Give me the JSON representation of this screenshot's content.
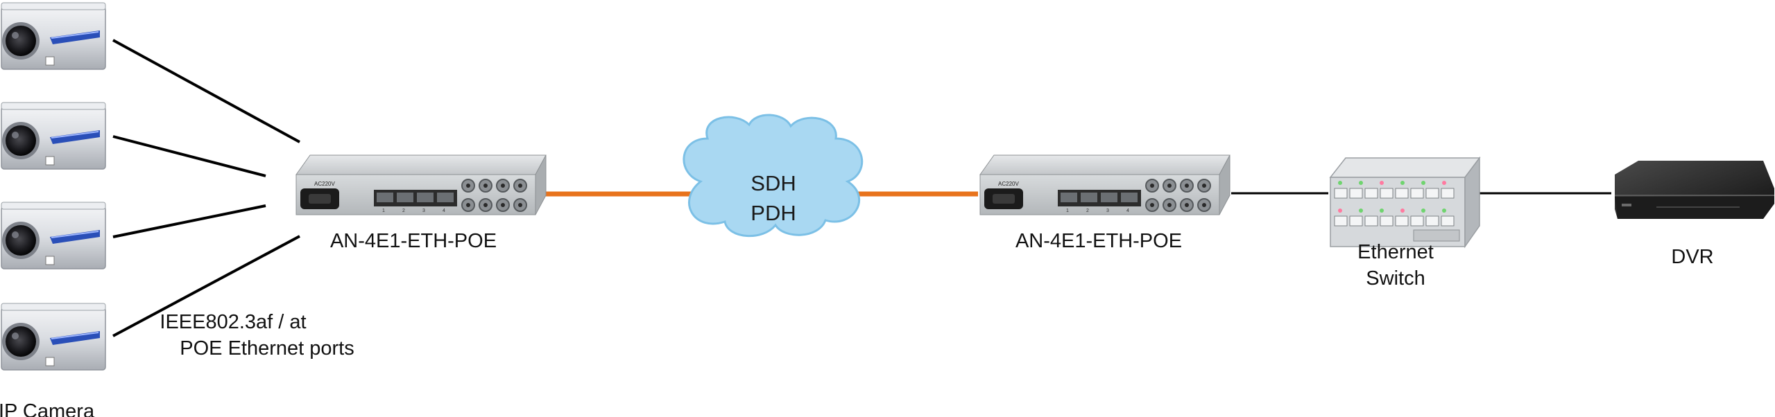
{
  "labels": {
    "ip_camera": "IP Camera",
    "poe_ports_line1": "IEEE802.3af / at",
    "poe_ports_line2": "POE Ethernet ports",
    "device_left": "AN-4E1-ETH-POE",
    "device_right": "AN-4E1-ETH-POE",
    "cloud_line1": "SDH",
    "cloud_line2": "PDH",
    "switch_line1": "Ethernet",
    "switch_line2": "Switch",
    "dvr": "DVR"
  },
  "device_panel": {
    "power_label": "AC220V",
    "port_numbers": [
      "1",
      "2",
      "3",
      "4"
    ]
  },
  "colors": {
    "fiber": "#e8731c",
    "cable": "#000000",
    "cloud_fill": "#a9d8f2",
    "cloud_stroke": "#7cc0e6",
    "device_body": "#cfd2d4",
    "camera_body": "#dcdfe4",
    "camera_stripe": "#2a4fb8"
  }
}
